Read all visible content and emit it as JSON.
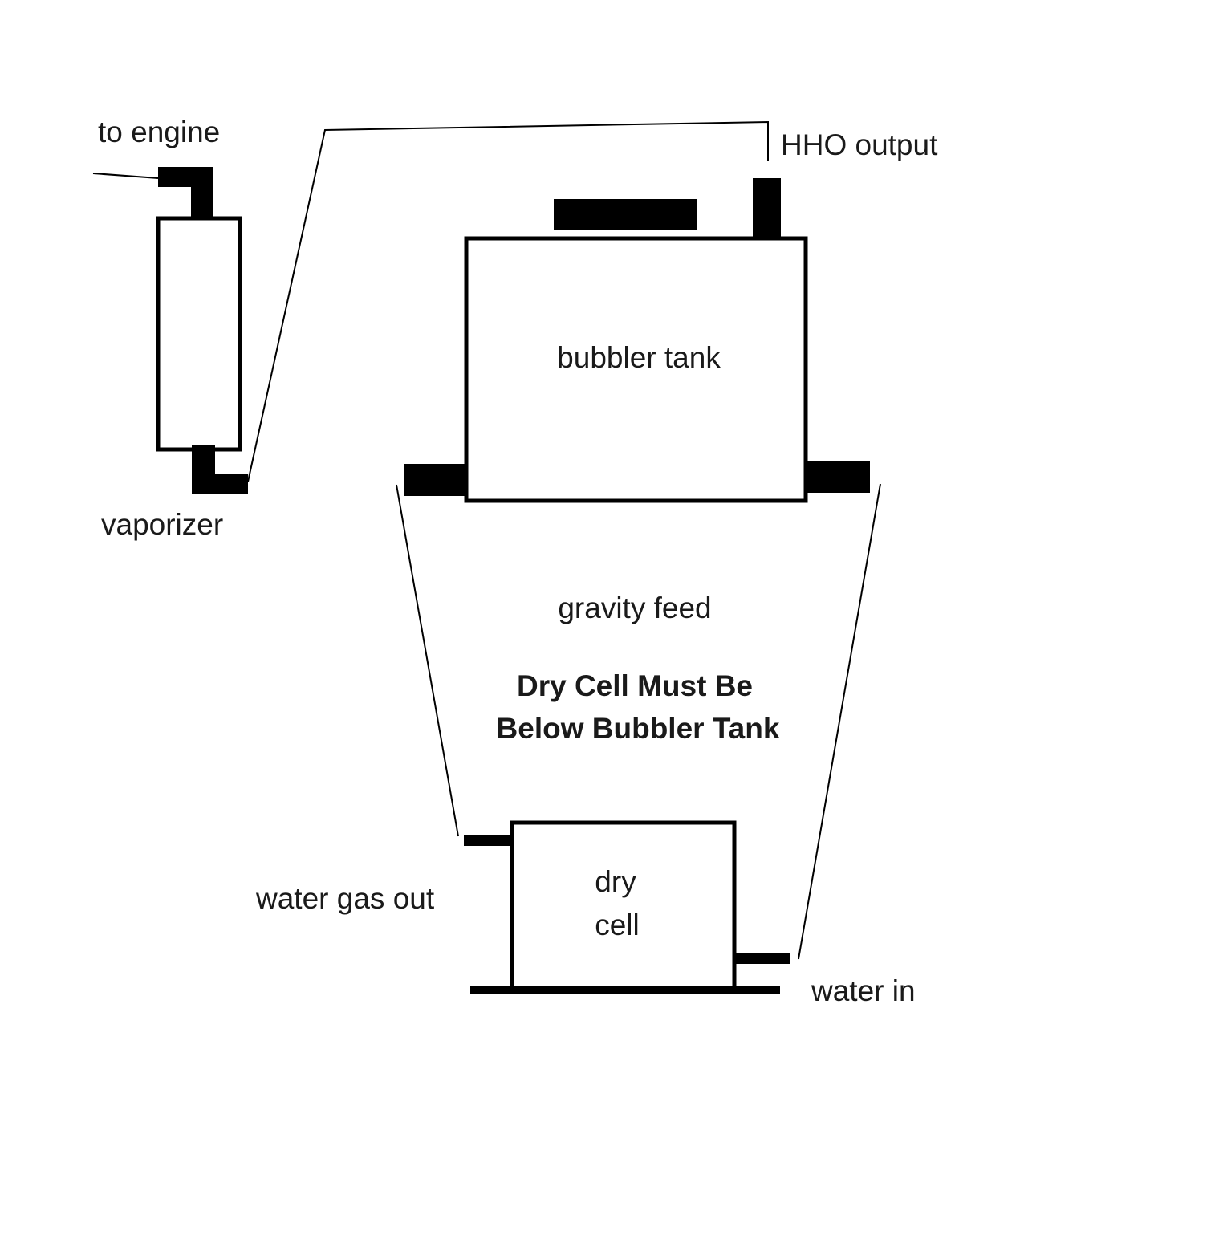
{
  "labels": {
    "to_engine": "to engine",
    "vaporizer": "vaporizer",
    "hho_output": "HHO output",
    "bubbler_tank": "bubbler tank",
    "gravity_feed": "gravity feed",
    "warning_line_1": "Dry Cell Must Be",
    "warning_line_2": "Below Bubbler Tank",
    "dry_cell_line_1": "dry",
    "dry_cell_line_2": "cell",
    "water_gas_out": "water gas out",
    "water_in": "water in"
  },
  "colors": {
    "stroke": "#000000",
    "text": "#1a1a1a",
    "background": "#ffffff"
  }
}
